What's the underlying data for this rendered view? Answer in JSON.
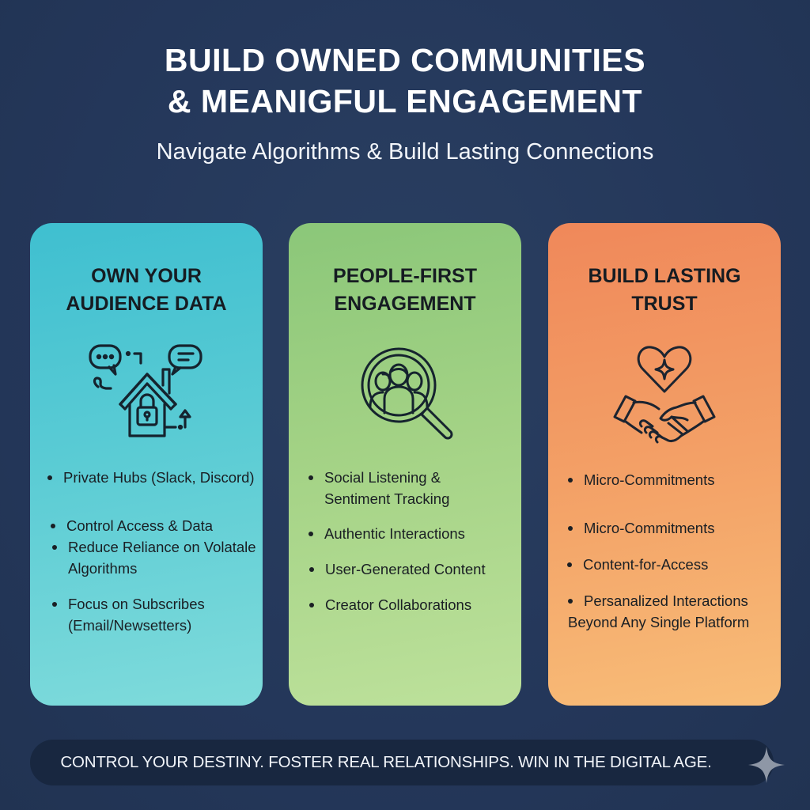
{
  "header": {
    "title_line1": "BUILD OWNED COMMUNITIES",
    "title_line2": "& MEANIGFUL ENGAGEMENT",
    "subtitle": "Navigate Algorithms & Build Lasting Connections"
  },
  "colors": {
    "background": "#24375a",
    "card1": "#59cbd4",
    "card2": "#a3d285",
    "card3": "#f3a066",
    "footer_bar": "#182740",
    "text_dark": "#161c22",
    "text_light": "#ffffff"
  },
  "cards": [
    {
      "title_line1": "OWN YOUR",
      "title_line2": "AUDIENCE DATA",
      "icon": "house-lock-chat-icon",
      "bullets": [
        {
          "line1": "Private Hubs (Slack, Discord)",
          "line2": ""
        },
        {
          "line1": "Control Access & Data",
          "line2": ""
        },
        {
          "line1": "Reduce Reliance on Volatale",
          "line2": "Algorithms"
        },
        {
          "line1": "Focus on Subscribes",
          "line2": "(Email/Newsetters)"
        }
      ]
    },
    {
      "title_line1": "PEOPLE-FIRST",
      "title_line2": "ENGAGEMENT",
      "icon": "magnifier-people-icon",
      "bullets": [
        {
          "line1": "Social Listening &",
          "line2": "Sentiment Tracking"
        },
        {
          "line1": "Authentic Interactions",
          "line2": ""
        },
        {
          "line1": "User-Generated Content",
          "line2": ""
        },
        {
          "line1": "Creator Collaborations",
          "line2": ""
        }
      ]
    },
    {
      "title_line1": "BUILD LASTING",
      "title_line2": "TRUST",
      "icon": "heart-handshake-icon",
      "bullets": [
        {
          "line1": "Micro-Commitments",
          "line2": ""
        },
        {
          "line1": "Micro-Commitments",
          "line2": ""
        },
        {
          "line1": "Content-for-Access",
          "line2": ""
        },
        {
          "line1": "Persanalized Interactions",
          "line2": "Beyond Any Single Platform"
        }
      ]
    }
  ],
  "footer": {
    "tagline": "CONTROL YOUR DESTINY. FOSTER REAL RELATIONSHIPS. WIN IN THE DIGITAL AGE.",
    "icon": "sparkle-icon"
  }
}
